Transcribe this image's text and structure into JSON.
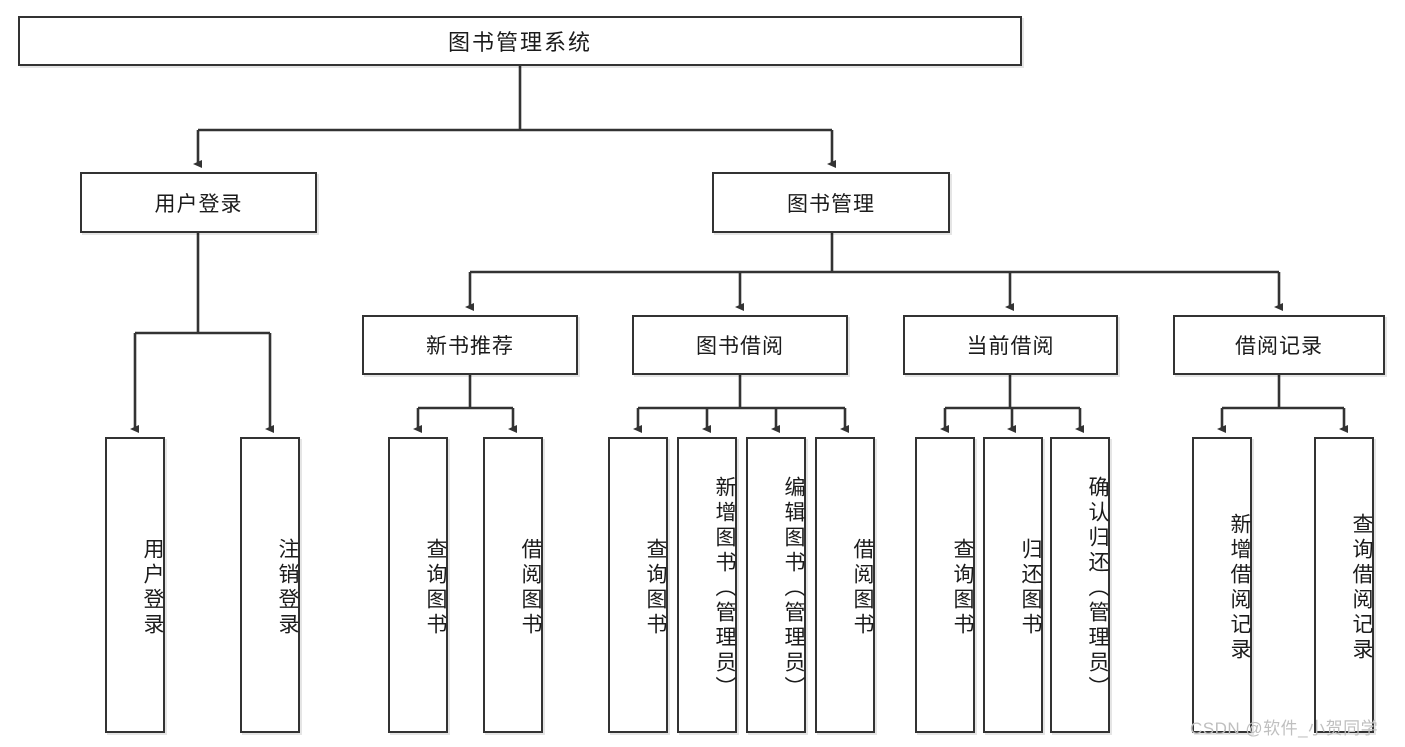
{
  "diagram": {
    "title": "图书管理系统",
    "type": "tree-hierarchy-chart",
    "watermark": "CSDN @软件_小贺同学",
    "colors": {
      "stroke": "#333333",
      "background": "#ffffff",
      "text": "#1b1b1b",
      "watermark": "#bfbfbf"
    },
    "root": {
      "label": "图书管理系统"
    },
    "level2": [
      {
        "label": "用户登录"
      },
      {
        "label": "图书管理"
      }
    ],
    "level3": [
      {
        "label": "新书推荐"
      },
      {
        "label": "图书借阅"
      },
      {
        "label": "当前借阅"
      },
      {
        "label": "借阅记录"
      }
    ],
    "leaves": {
      "user_login": [
        {
          "label": "用户登录"
        },
        {
          "label": "注销登录"
        }
      ],
      "new_book_recommend": [
        {
          "label": "查询图书"
        },
        {
          "label": "借阅图书"
        }
      ],
      "book_borrow": [
        {
          "label": "查询图书"
        },
        {
          "label": "新增图书（管理员）"
        },
        {
          "label": "编辑图书（管理员）"
        },
        {
          "label": "借阅图书"
        }
      ],
      "current_borrow": [
        {
          "label": "查询图书"
        },
        {
          "label": "归还图书"
        },
        {
          "label": "确认归还（管理员）"
        }
      ],
      "borrow_record": [
        {
          "label": "新增借阅记录"
        },
        {
          "label": "查询借阅记录"
        }
      ]
    }
  }
}
